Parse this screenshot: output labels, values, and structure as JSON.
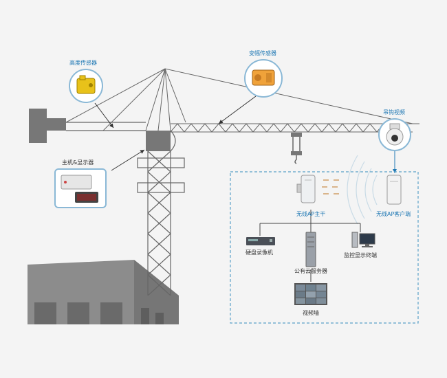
{
  "labels": {
    "height_sensor": "高度传感器",
    "amplitude_sensor": "变幅传感器",
    "hook_video": "吊钩视频",
    "host_display": "主机&显示器",
    "wireless_ap_main": "无线AP主干",
    "wireless_ap_client": "无线AP客户端",
    "hdd_recorder": "硬盘录像机",
    "public_cloud_server": "公有云服务器",
    "monitor_terminal": "监控显示终端",
    "video_wall": "视频墙"
  },
  "colors": {
    "accent": "#1f78b4",
    "dashed_border": "#5aa0c8",
    "crane_line": "#666666",
    "building": "#8c8c8c"
  }
}
